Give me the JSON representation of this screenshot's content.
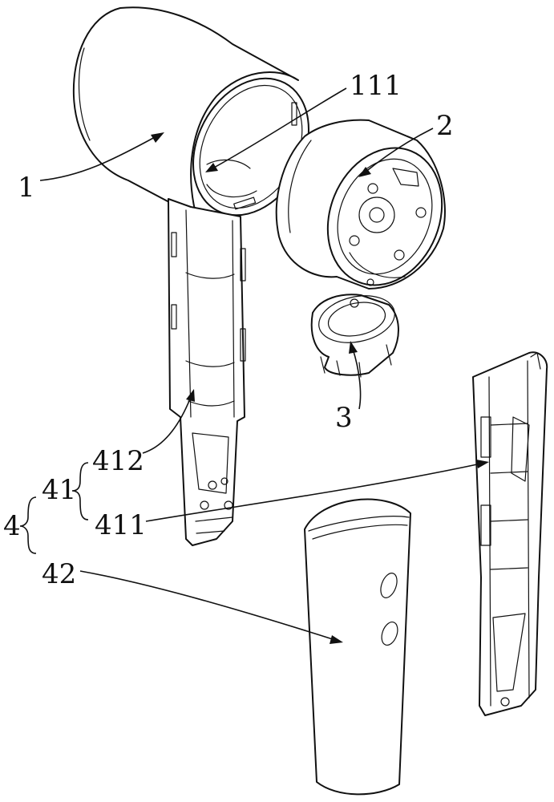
{
  "labels": {
    "part_1": "1",
    "part_111": "111",
    "part_2": "2",
    "part_3": "3",
    "part_4": "4",
    "part_41": "41",
    "part_411": "411",
    "part_412": "412",
    "part_42": "42"
  }
}
